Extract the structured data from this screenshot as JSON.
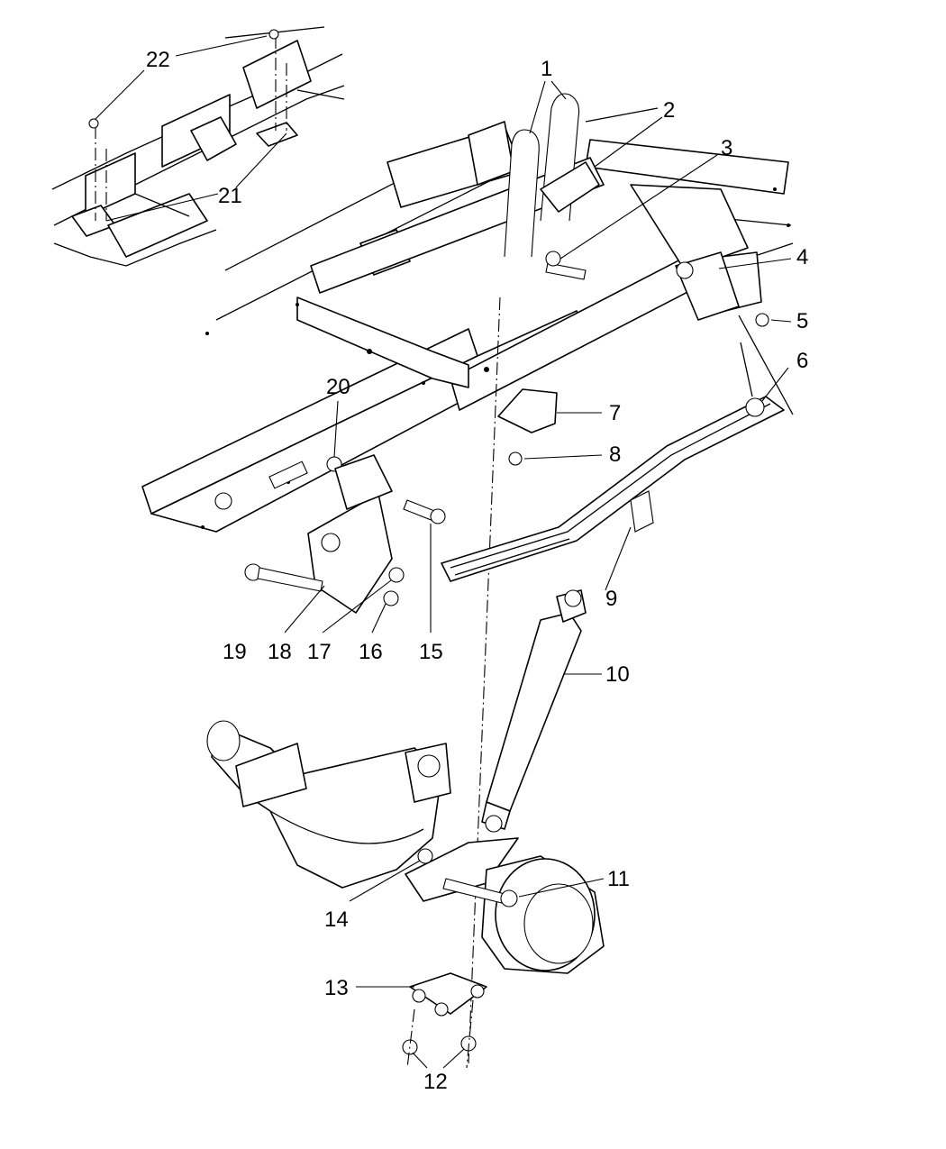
{
  "callouts": [
    "1",
    "2",
    "3",
    "4",
    "5",
    "6",
    "7",
    "8",
    "9",
    "10",
    "11",
    "12",
    "13",
    "14",
    "15",
    "16",
    "17",
    "18",
    "19",
    "20",
    "21",
    "22"
  ],
  "colors": {
    "ink": "#000000",
    "paper": "#ffffff"
  }
}
